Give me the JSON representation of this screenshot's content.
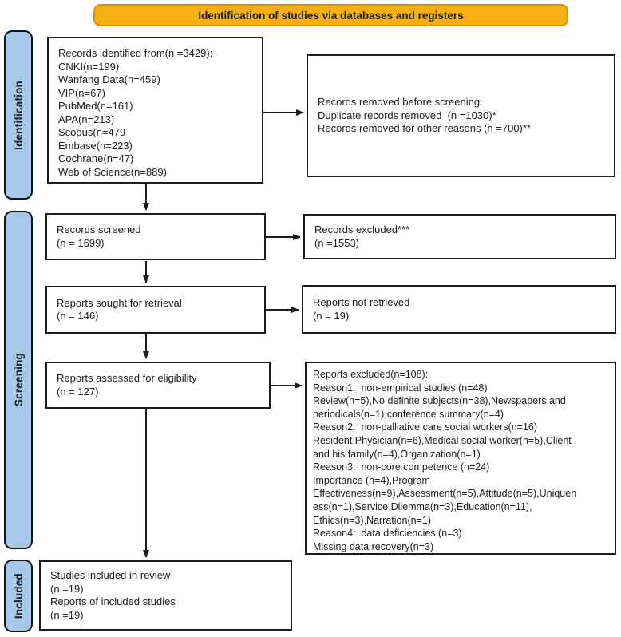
{
  "banner": {
    "title": "Identification of studies via databases and registers"
  },
  "colors": {
    "banner_fill": "#F6B011",
    "banner_border": "#DD8E07",
    "sidebar_fill": "#A6C9EB"
  },
  "sidebars": {
    "identification": "Identification",
    "screening": "Screening",
    "included": "Included"
  },
  "boxes": {
    "identified": {
      "lines": [
        "Records identified from(n =3429):",
        "CNKI(n=199)",
        "Wanfang Data(n=459)",
        "VIP(n=67)",
        "PubMed(n=161)",
        "APA(n=213)",
        "Scopus(n=479",
        "Embase(n=223)",
        "Cochrane(n=47)",
        "Web of Science(n=889)"
      ]
    },
    "removed_before_screening": {
      "lines": [
        "Records removed before screening:",
        "Duplicate records removed  (n =1030)*",
        "Records removed for other reasons (n =700)**"
      ]
    },
    "screened": {
      "lines": [
        "Records screened",
        "(n = 1699)"
      ]
    },
    "excluded_screening": {
      "lines": [
        "Records excluded***",
        "(n =1553)"
      ]
    },
    "sought_retrieval": {
      "lines": [
        "Reports sought for retrieval",
        "(n = 146)"
      ]
    },
    "not_retrieved": {
      "lines": [
        "Reports not retrieved",
        "(n = 19)"
      ]
    },
    "assessed_eligibility": {
      "lines": [
        "Reports assessed for eligibility",
        "(n = 127)"
      ]
    },
    "excluded_eligibility": {
      "lines": [
        "Reports excluded(n=108):",
        "Reason1:  non-empirical studies (n=48)",
        "Review(n=5),No definite subjects(n=38),Newspapers and",
        "periodicals(n=1),conference summary(n=4)",
        "Reason2:  non-palliative care social workers(n=16)",
        "Resident Physician(n=6),Medical social worker(n=5),Client",
        "and his family(n=4),Organization(n=1)",
        "Reason3:  non-core competence (n=24)",
        "Importance (n=4),Program",
        "Effectiveness(n=9),Assessment(n=5),Attitude(n=5),Uniquen",
        "ess(n=1),Service Dilemma(n=3),Education(n=11),",
        "Ethics(n=3),Narration(n=1)",
        "Reason4:  data deficiencies (n=3)",
        "Missing data recovery(n=3)"
      ]
    },
    "included_review": {
      "lines": [
        "Studies included in review",
        "(n =19)",
        "Reports of included studies",
        "(n =19)"
      ]
    }
  }
}
